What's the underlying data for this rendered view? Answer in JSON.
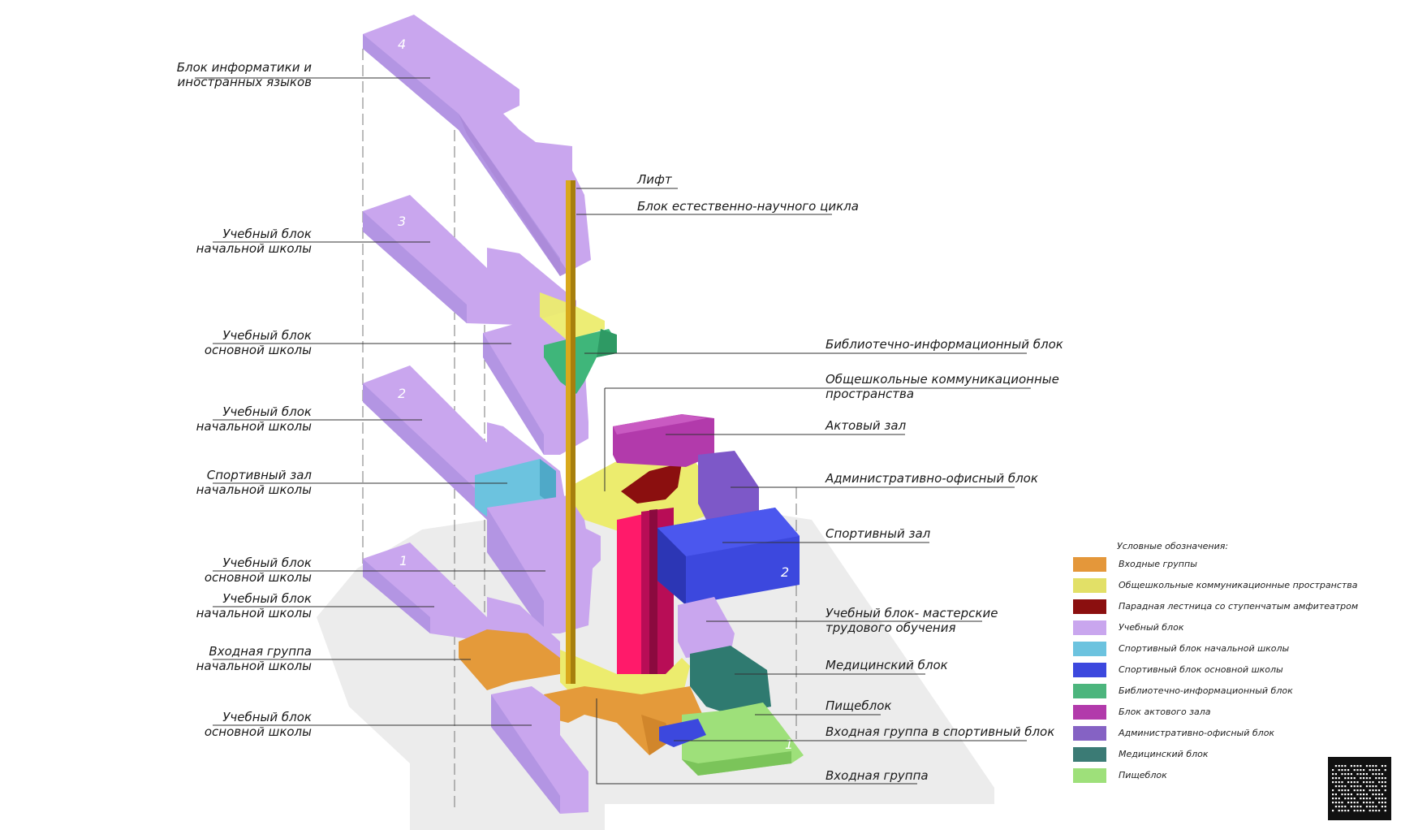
{
  "floors": [
    "4",
    "3",
    "2",
    "1",
    "2",
    "1"
  ],
  "labels": {
    "left": [
      {
        "id": "informatics",
        "lines": [
          "Блок информатики и",
          "иностранных языков"
        ]
      },
      {
        "id": "primary-3",
        "lines": [
          "Учебный блок",
          "начальной школы"
        ]
      },
      {
        "id": "main-3",
        "lines": [
          "Учебный блок",
          "основной школы"
        ]
      },
      {
        "id": "primary-2",
        "lines": [
          "Учебный блок",
          "начальной школы"
        ]
      },
      {
        "id": "sport-primary",
        "lines": [
          "Спортивный зал",
          "начальной школы"
        ]
      },
      {
        "id": "main-2",
        "lines": [
          "Учебный блок",
          "основной школы"
        ]
      },
      {
        "id": "primary-1",
        "lines": [
          "Учебный блок",
          "начальной школы"
        ]
      },
      {
        "id": "entry-primary",
        "lines": [
          "Входная группа",
          "начальной школы"
        ]
      },
      {
        "id": "main-1",
        "lines": [
          "Учебный блок",
          "основной школы"
        ]
      }
    ],
    "right": [
      {
        "id": "lift",
        "lines": [
          "Лифт"
        ]
      },
      {
        "id": "science",
        "lines": [
          "Блок естественно-научного цикла"
        ]
      },
      {
        "id": "library",
        "lines": [
          "Библиотечно-информационный блок"
        ]
      },
      {
        "id": "communication",
        "lines": [
          "Общешкольные коммуникационные",
          "пространства"
        ]
      },
      {
        "id": "assembly",
        "lines": [
          "Актовый зал"
        ]
      },
      {
        "id": "admin",
        "lines": [
          "Административно-офисный блок"
        ]
      },
      {
        "id": "gym",
        "lines": [
          "Спортивный зал"
        ]
      },
      {
        "id": "workshops",
        "lines": [
          "Учебный блок- мастерские",
          "трудового обучения"
        ]
      },
      {
        "id": "medical",
        "lines": [
          "Медицинский блок"
        ]
      },
      {
        "id": "canteen",
        "lines": [
          "Пищеблок"
        ]
      },
      {
        "id": "entry-sport",
        "lines": [
          "Входная группа в спортивный блок"
        ]
      },
      {
        "id": "entry",
        "lines": [
          "Входная группа"
        ]
      }
    ]
  },
  "legend": {
    "title": "Условные обозначения:",
    "items": [
      {
        "label": "Входные группы",
        "color": "#e4973a"
      },
      {
        "label": "Общешкольные коммуникационные пространства",
        "color": "#e2e067"
      },
      {
        "label": "Парадная лестница со ступенчатым амфитеатром",
        "color": "#8b0f0f"
      },
      {
        "label": "Учебный блок",
        "color": "#c9a6ee"
      },
      {
        "label": "Спортивный блок начальной школы",
        "color": "#6cc3df"
      },
      {
        "label": "Спортивный блок основной школы",
        "color": "#3c48de"
      },
      {
        "label": "Библиотечно-информационный блок",
        "color": "#4cb57d"
      },
      {
        "label": "Блок актового зала",
        "color": "#b23aab"
      },
      {
        "label": "Административно-офисный блок",
        "color": "#8562c4"
      },
      {
        "label": "Медицинский блок",
        "color": "#3b7b75"
      },
      {
        "label": "Пищеблок",
        "color": "#9ee07a"
      }
    ]
  },
  "colors": {
    "study": "#c9a6ee",
    "study_dark": "#a987d6",
    "study_edge": "#b395e3",
    "comm": "#ecec6e",
    "entry": "#e49a3a",
    "stair": "#8b0f0f",
    "sport_primary": "#6cc3df",
    "sport_main": "#3c48de",
    "library": "#3fb67a",
    "assembly": "#b23aab",
    "admin": "#7d58c8",
    "medical": "#2f7a70",
    "canteen": "#9ee07a",
    "core": "#ff1a6a",
    "lift": "#d9a91c"
  }
}
